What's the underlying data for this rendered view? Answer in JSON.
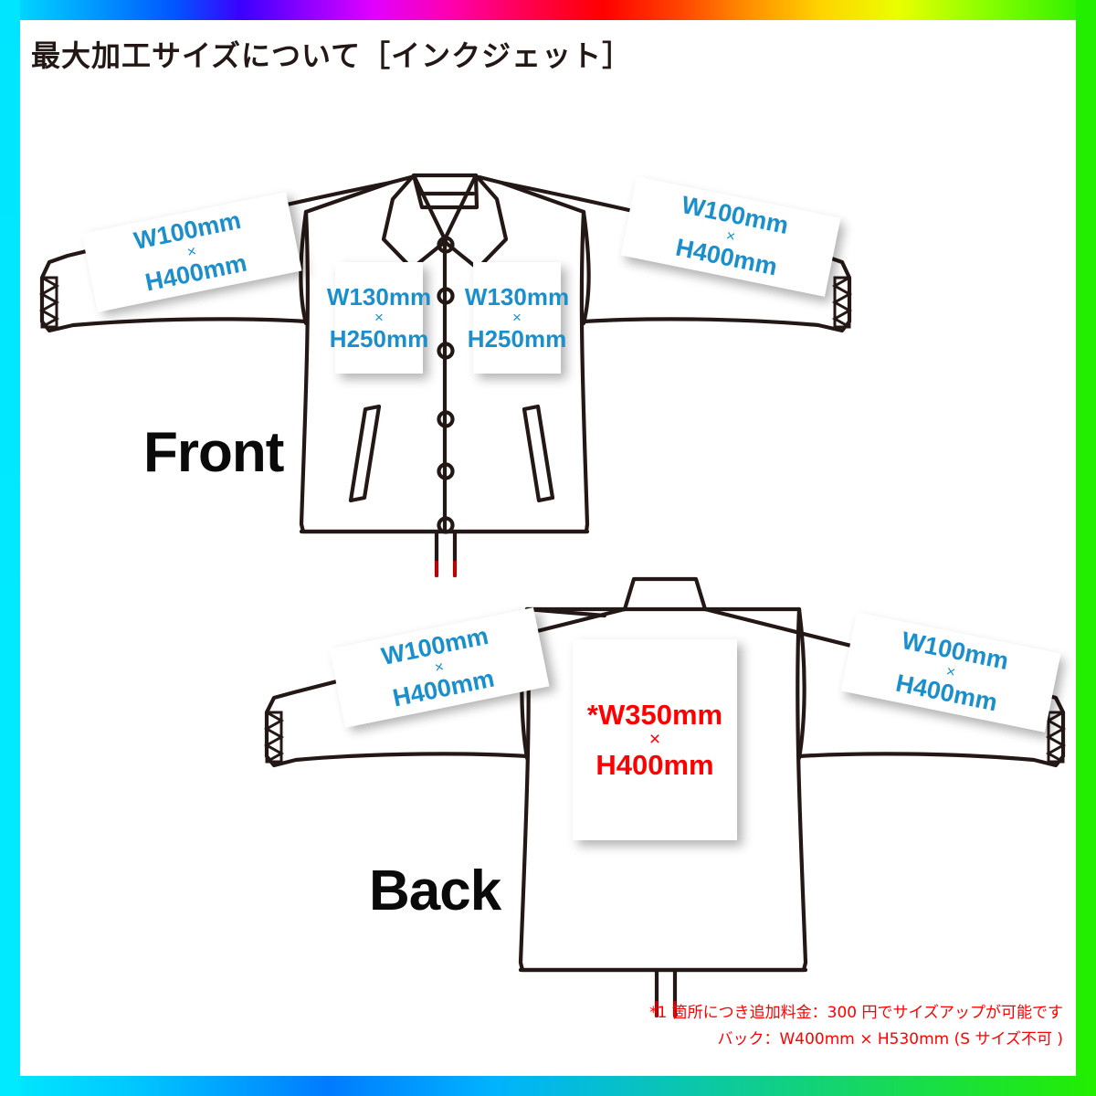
{
  "page": {
    "title": "最大加工サイズについて［インクジェット］",
    "border_gradient": "rainbow",
    "background": "#ffffff"
  },
  "colors": {
    "blue": "#1b8fcc",
    "red": "#ff0000",
    "outline": "#231815",
    "text": "#0a0a0a"
  },
  "views": {
    "front": {
      "label": "Front"
    },
    "back": {
      "label": "Back"
    }
  },
  "callouts": {
    "front_sleeve_left": {
      "w": "W100mm",
      "x": "×",
      "h": "H400mm",
      "color": "#1b8fcc"
    },
    "front_sleeve_right": {
      "w": "W100mm",
      "x": "×",
      "h": "H400mm",
      "color": "#1b8fcc"
    },
    "front_chest_left": {
      "w": "W130mm",
      "x": "×",
      "h": "H250mm",
      "color": "#1b8fcc"
    },
    "front_chest_right": {
      "w": "W130mm",
      "x": "×",
      "h": "H250mm",
      "color": "#1b8fcc"
    },
    "back_sleeve_left": {
      "w": "W100mm",
      "x": "×",
      "h": "H400mm",
      "color": "#1b8fcc"
    },
    "back_sleeve_right": {
      "w": "W100mm",
      "x": "×",
      "h": "H400mm",
      "color": "#1b8fcc"
    },
    "back_center": {
      "w": "*W350mm",
      "x": "×",
      "h": "H400mm",
      "color": "#ff0000"
    }
  },
  "footnote": {
    "line1": "*1 箇所につき追加料金：300 円でサイズアップが可能です",
    "line2": "バック：W400mm × H530mm (S サイズ不可 )"
  }
}
